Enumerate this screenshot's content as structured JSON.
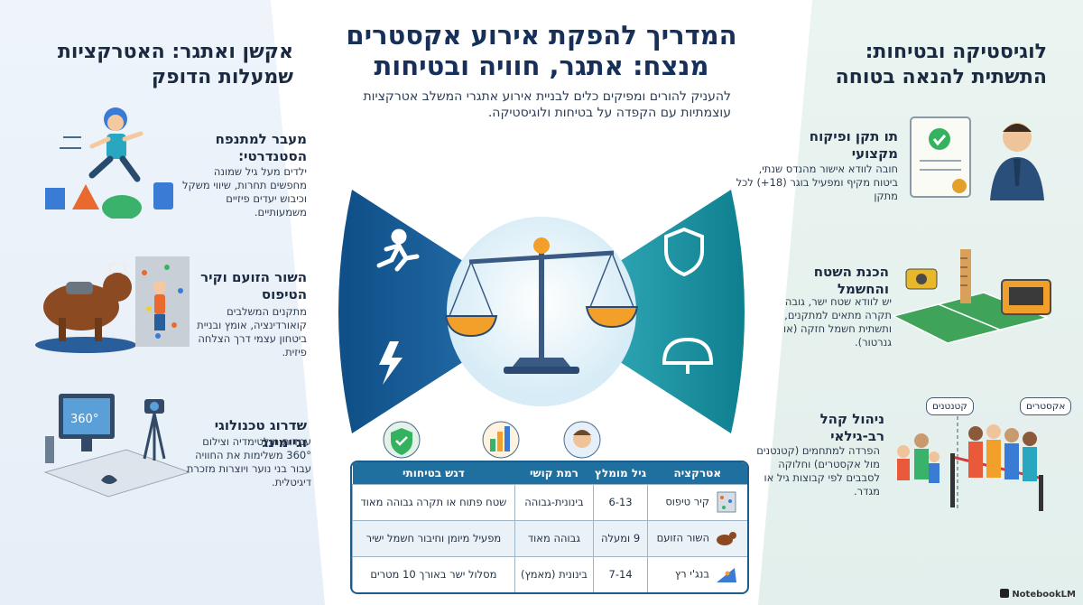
{
  "title_line1": "המדריך להפקת אירוע אקסטרים",
  "title_line2": "מנצח: אתגר, חוויה ובטיחות",
  "subtitle": "להעניק להורים ומפיקים כלים לבניית אירוע אתגרי המשלב אטרקציות עוצמתיות עם הקפדה על בטיחות ולוגיסטיקה.",
  "left": {
    "heading": "אקשן ואתגר: האטרקציות שמעלות הדופק",
    "cards": [
      {
        "title": "מעבר למתנפח הסטנדרטי:",
        "text": "ילדים מעל גיל שמונה מחפשים תחרות, שיווי משקל וכיבוש יעדים פיזיים משמעותיים."
      },
      {
        "title": "השור הזועם וקיר הטיפוס",
        "text": "מתקנים המשלבים קואורדינציה, אומץ ובניית ביטחון עצמי דרך הצלחה פיזית."
      },
      {
        "title": "שדרוג טכנולוגי וגיימינג",
        "text": "עמדות מולטימדיה וצילום 360° משלימות את החוויה עבור בני נוער ויוצרות מזכרת דיגיטלית."
      }
    ]
  },
  "right": {
    "heading": "לוגיסטיקה ובטיחות: התשתית להנאה בטוחה",
    "cards": [
      {
        "title": "תו תקן ופיקוח מקצועי",
        "text": "חובה לוודא אישור מהנדס שנתי, ביטוח מקיף ומפעיל בוגר (18+) לכל מתקן"
      },
      {
        "title": "הכנת השטח והחשמל",
        "text": "יש לוודא שטח ישר, גובה תקרה מתאים למתקנים, ותשתית חשמל חזקה (או גנרטור)."
      },
      {
        "title": "ניהול קהל רב-גילאי",
        "text": "הפרדה למתחמים (קטנטנים מול אקסטרים) וחלוקה לסבבים לפי קבוצות גיל או מגדר."
      }
    ],
    "bubble_small": "קטנטנים",
    "bubble_extreme": "אקסטרים"
  },
  "table": {
    "headers": [
      "אטרקציה",
      "גיל מומלץ",
      "רמת קושי",
      "דגש בטיחותי"
    ],
    "rows": [
      [
        "קיר טיפוס",
        "6-13",
        "בינונית-גבוהה",
        "שטח פתוח או תקרה גבוהה מאוד"
      ],
      [
        "השור הזועם",
        "9 ומעלה",
        "גבוהה מאוד",
        "מפעיל מיומן וחיבור חשמל ישיר"
      ],
      [
        "בנג'י רץ",
        "7-14",
        "בינונית (מאמץ)",
        "מסלול ישר באורך 10 מטרים"
      ]
    ]
  },
  "brand": "NotebookLM",
  "colors": {
    "navy": "#16305a",
    "teal": "#2aa7c0",
    "blue": "#1f6f9f",
    "orange": "#f2a02a"
  }
}
